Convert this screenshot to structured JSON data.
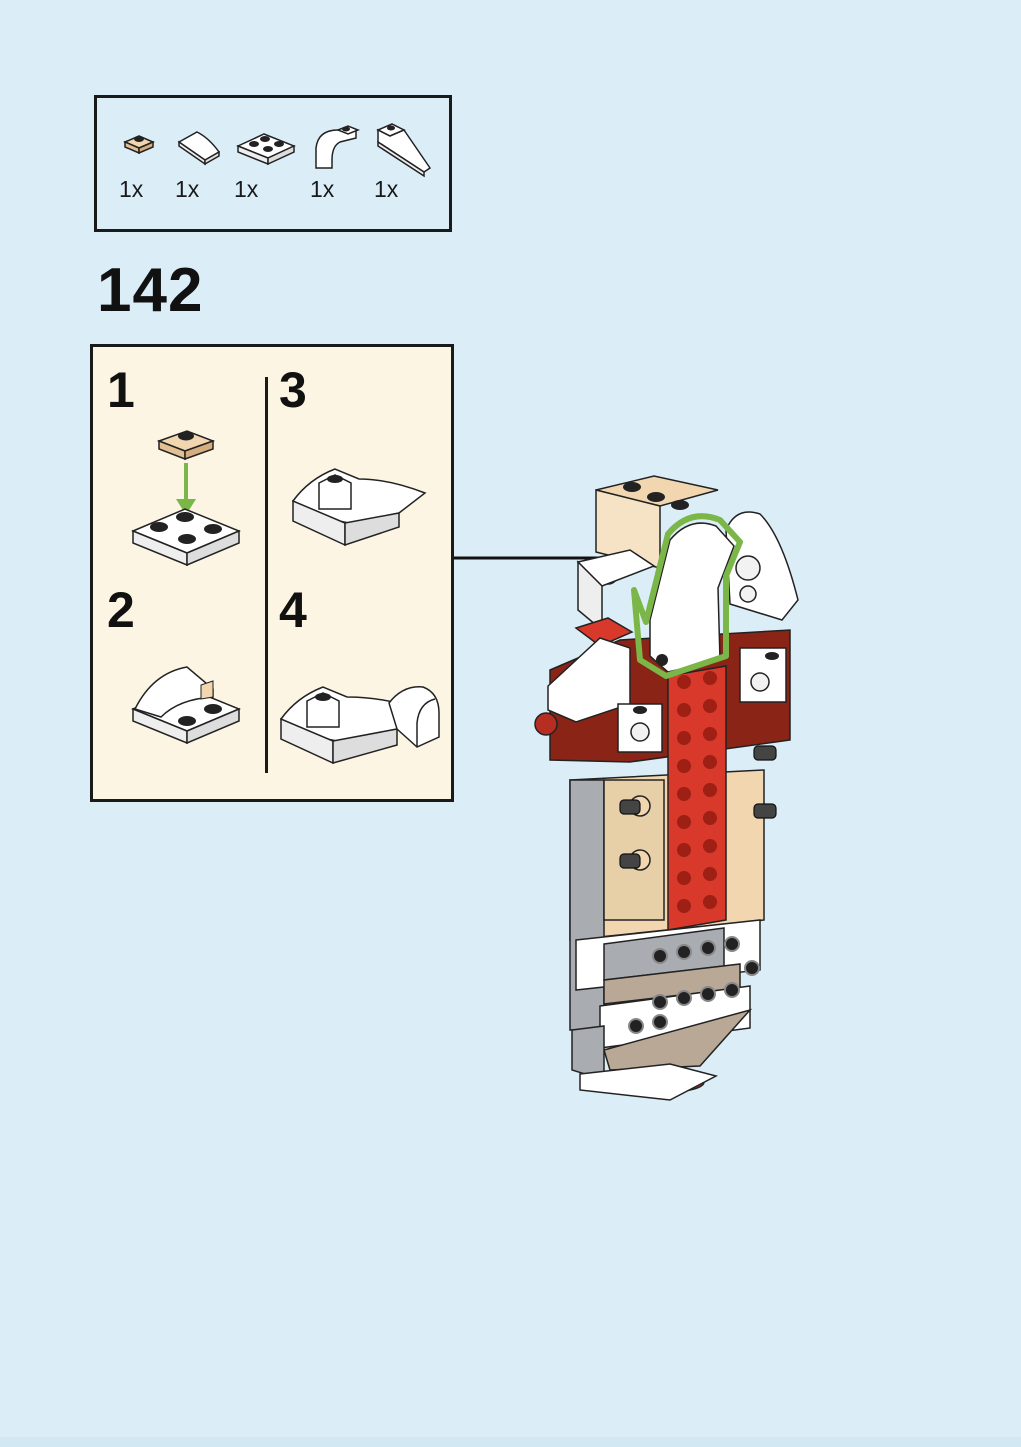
{
  "parts_list": {
    "items": [
      {
        "qty": "1x",
        "icon": "tan-plate-1x1-icon"
      },
      {
        "qty": "1x",
        "icon": "white-curved-slope-icon"
      },
      {
        "qty": "1x",
        "icon": "white-plate-2x2-icon"
      },
      {
        "qty": "1x",
        "icon": "white-arch-curve-icon"
      },
      {
        "qty": "1x",
        "icon": "white-wedge-slope-icon"
      }
    ]
  },
  "step": {
    "number": "142"
  },
  "sub_steps": [
    {
      "number": "1"
    },
    {
      "number": "2"
    },
    {
      "number": "3"
    },
    {
      "number": "4"
    }
  ],
  "colors": {
    "background": "#dbeef8",
    "subassembly_bg": "#fdf5e3",
    "highlight": "#7ab648",
    "red": "#d8392b",
    "dark_red": "#8a2417",
    "tan": "#f2d6b0",
    "gray": "#a9acb0"
  }
}
